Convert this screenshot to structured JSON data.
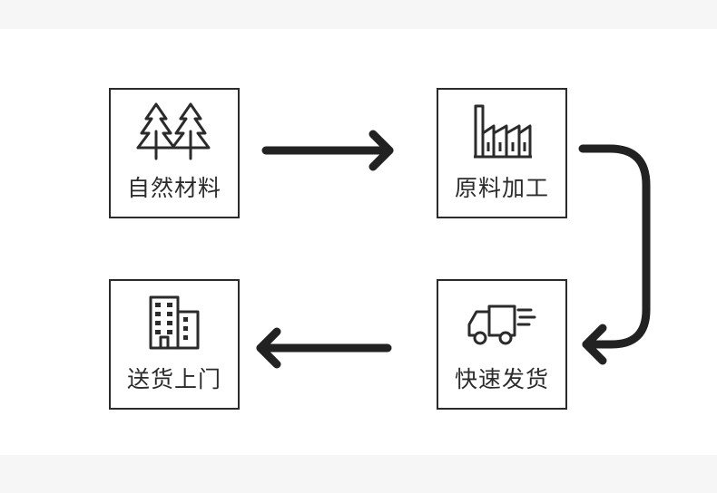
{
  "steps": [
    {
      "label": "自然材料",
      "icon": "tree-icon"
    },
    {
      "label": "原料加工",
      "icon": "factory-icon"
    },
    {
      "label": "快速发货",
      "icon": "truck-icon"
    },
    {
      "label": "送货上门",
      "icon": "building-icon"
    }
  ],
  "colors": {
    "stroke": "#2b2b2b",
    "background": "#ffffff"
  }
}
